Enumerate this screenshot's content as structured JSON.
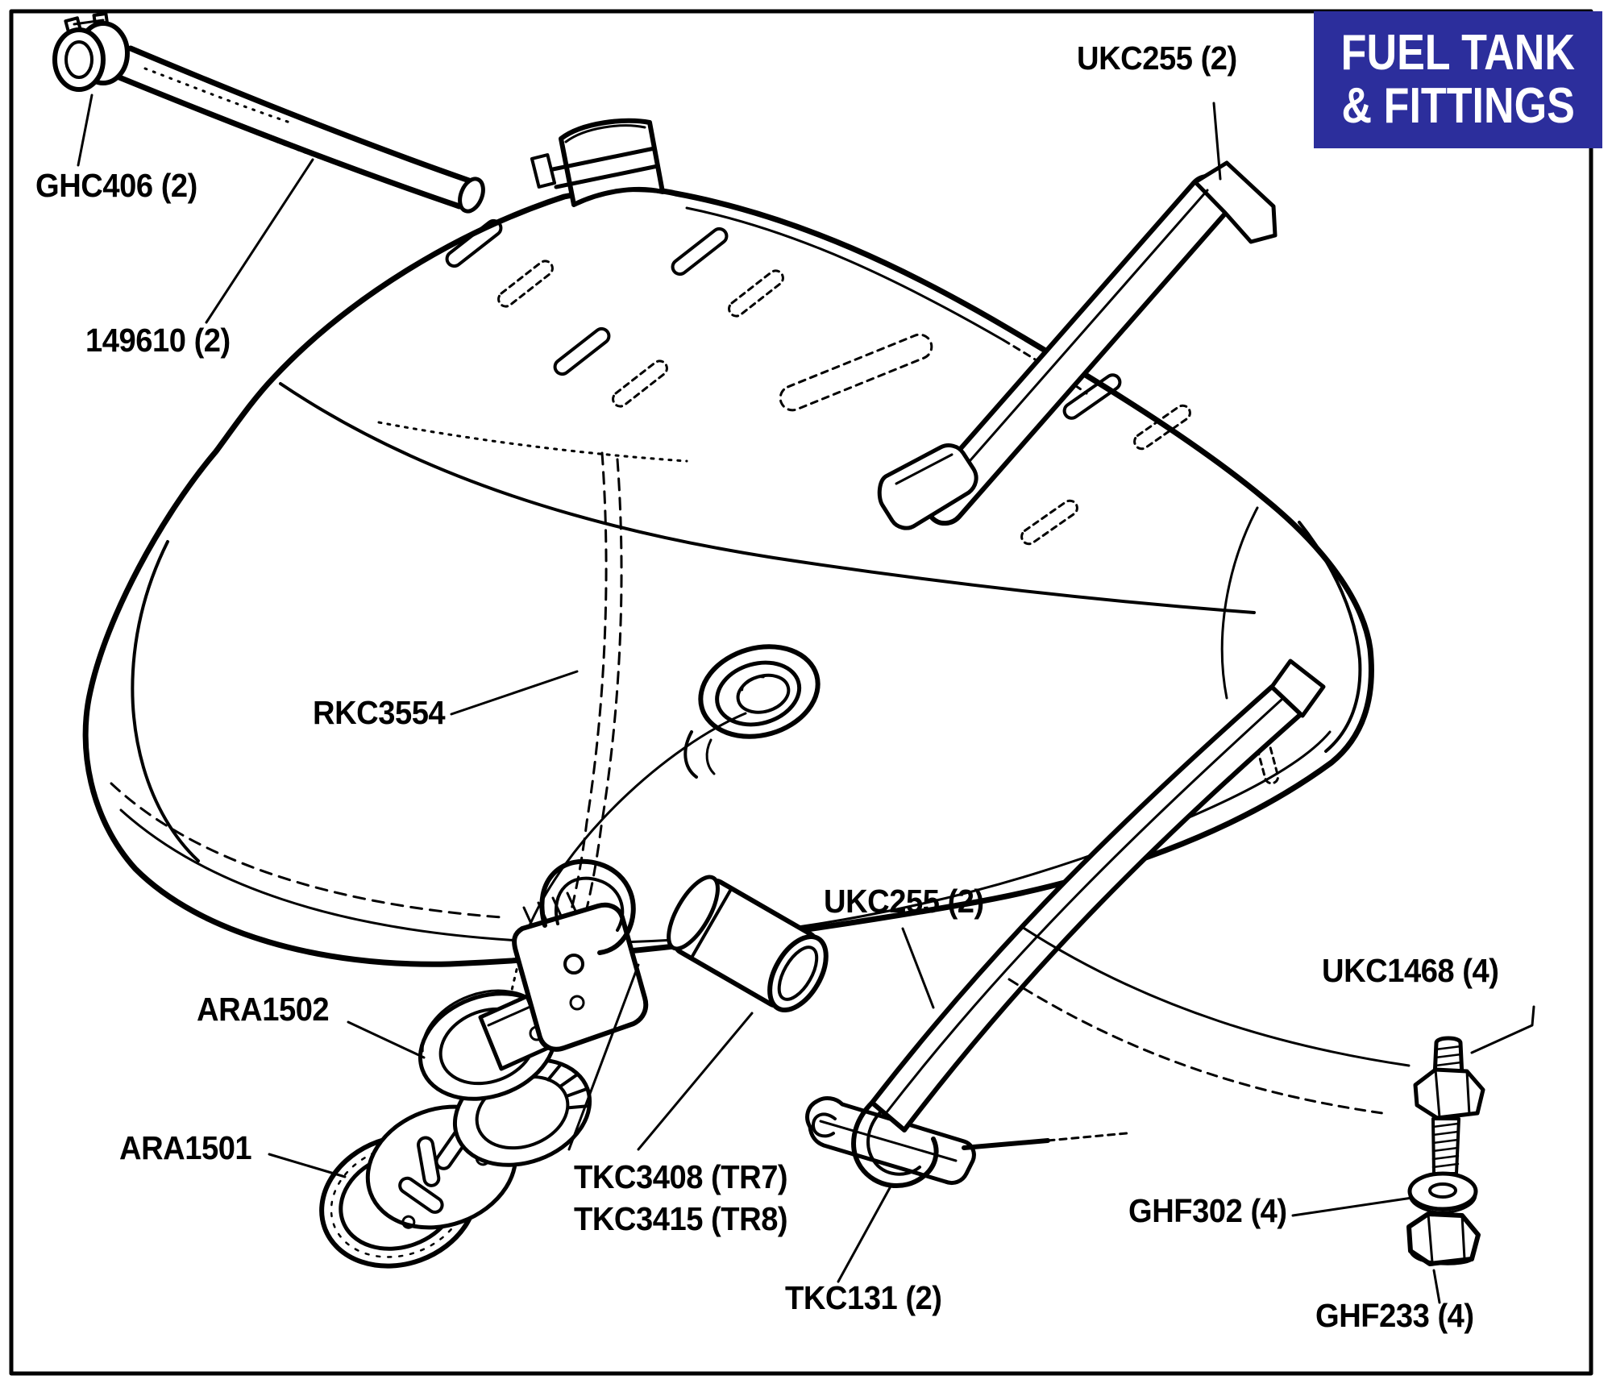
{
  "banner": {
    "line1": "FUEL TANK",
    "line2": "& FITTINGS",
    "bg": "#2c2e9c",
    "fg": "#ffffff"
  },
  "colors": {
    "ink": "#000000",
    "paper": "#ffffff"
  },
  "labels": [
    {
      "part": "hose-clip",
      "text": "GHC406 (2)"
    },
    {
      "part": "fuel-hose",
      "text": "149610 (2)"
    },
    {
      "part": "strap-top",
      "text": "UKC255 (2)"
    },
    {
      "part": "fuel-tank",
      "text": "RKC3554"
    },
    {
      "part": "strap-lower",
      "text": "UKC255 (2)"
    },
    {
      "part": "sender-seal",
      "text": "ARA1502"
    },
    {
      "part": "sender-locking-ring",
      "text": "ARA1501"
    },
    {
      "part": "sender-unit-tr7",
      "text": "TKC3408 (TR7)"
    },
    {
      "part": "sender-unit-tr8",
      "text": "TKC3415 (TR8)"
    },
    {
      "part": "strap-bracket",
      "text": "TKC131 (2)"
    },
    {
      "part": "mounting-stud",
      "text": "UKC1468 (4)"
    },
    {
      "part": "washer",
      "text": "GHF302 (4)"
    },
    {
      "part": "nut",
      "text": "GHF233 (4)"
    }
  ]
}
